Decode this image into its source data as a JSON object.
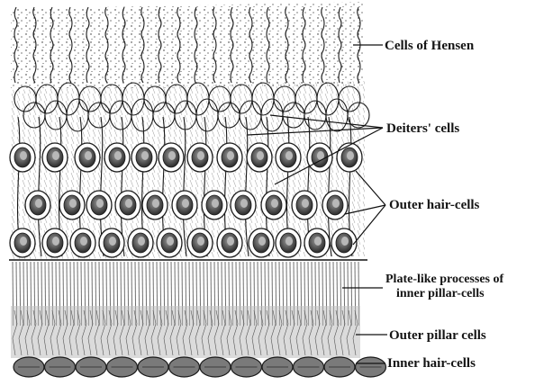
{
  "labels": {
    "hensen": "Cells of Hensen",
    "deiters": "Deiters' cells",
    "outer_hair": "Outer hair-cells",
    "plate_line1": "Plate-like processes of",
    "plate_line2": "inner pillar-cells",
    "outer_pillar": "Outer pillar cells",
    "inner_hair": "Inner hair-cells"
  },
  "colors": {
    "ink": "#1a1a1a",
    "paper": "#ffffff",
    "nucleus": "#6e6e6e",
    "band": "#9a9a9a"
  }
}
